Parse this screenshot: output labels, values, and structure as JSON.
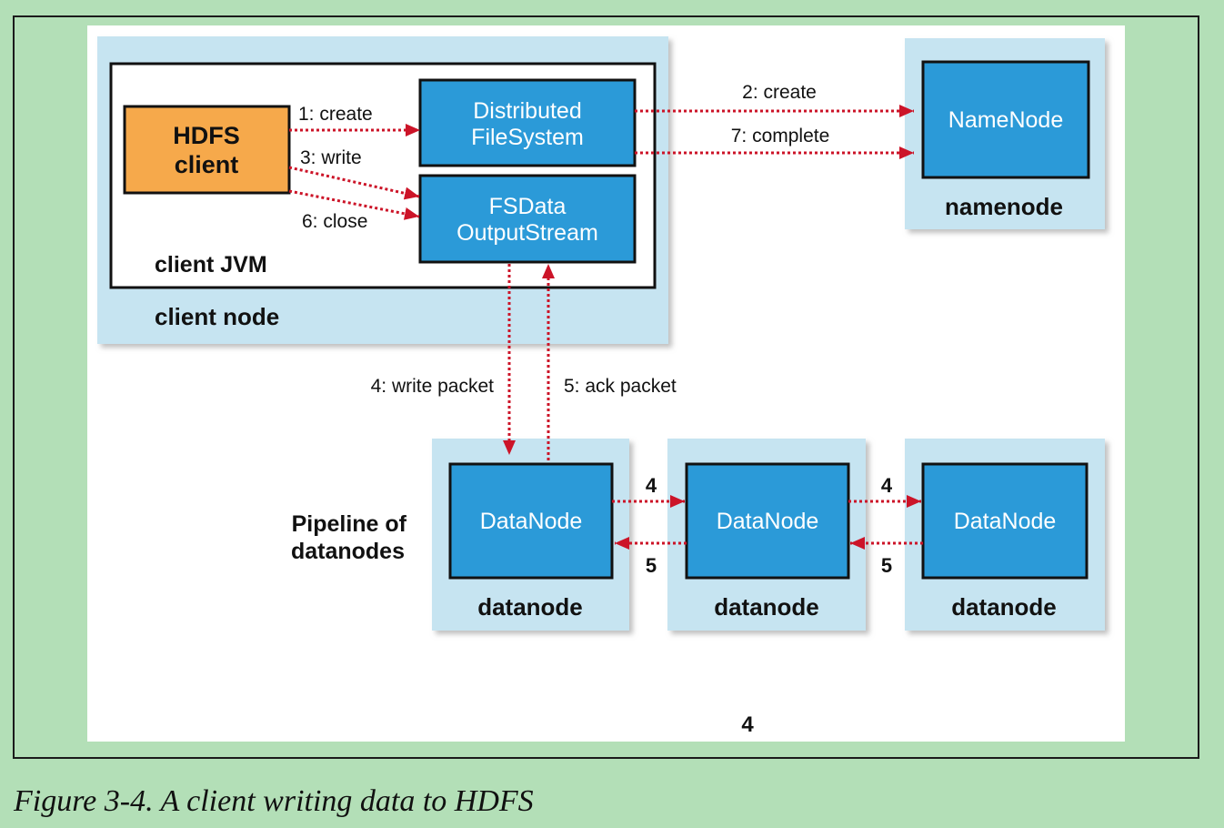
{
  "figure": {
    "caption": "Figure 3-4. A client writing data to HDFS",
    "page_marker": "4"
  },
  "client_node": {
    "label": "client node",
    "jvm": {
      "label": "client JVM",
      "hdfs_client": [
        "HDFS",
        "client"
      ],
      "distributed_filesystem": [
        "Distributed",
        "FileSystem"
      ],
      "fsdata_outputstream": [
        "FSData",
        "OutputStream"
      ]
    }
  },
  "namenode": {
    "label": "namenode",
    "process": "NameNode"
  },
  "pipeline": {
    "label": [
      "Pipeline of",
      "datanodes"
    ],
    "datanodes": [
      {
        "label": "datanode",
        "process": "DataNode"
      },
      {
        "label": "datanode",
        "process": "DataNode"
      },
      {
        "label": "datanode",
        "process": "DataNode"
      }
    ],
    "links": [
      {
        "forward": "4",
        "back": "5"
      },
      {
        "forward": "4",
        "back": "5"
      }
    ]
  },
  "steps": {
    "create": "1: create",
    "namenode_create": "2: create",
    "write": "3: write",
    "write_packet": "4: write packet",
    "ack_packet": "5: ack packet",
    "close": "6: close",
    "complete": "7: complete"
  },
  "colors": {
    "page_background": "#b3dfb7",
    "node_background": "#c6e4f1",
    "process_blue": "#2b9ad8",
    "client_orange": "#f6a94b",
    "arrow_red": "#cc1428"
  }
}
